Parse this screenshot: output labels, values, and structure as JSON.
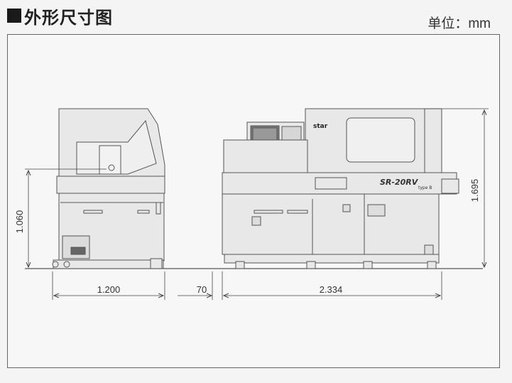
{
  "header": {
    "title": "外形尺寸图",
    "unit": "单位：mm"
  },
  "drawing": {
    "side_view": {
      "height_label": "1.060",
      "width_label": "1.200"
    },
    "front_view": {
      "gap_label": "70",
      "width_label": "2.334",
      "height_label": "1.695",
      "brand": "star",
      "model": "SR-20RV",
      "model_type": "type B"
    }
  },
  "colors": {
    "machine_body": "#e8e8e8",
    "machine_stroke": "#555555",
    "dimension_line": "#444444",
    "title_square": "#1a1a1a"
  }
}
